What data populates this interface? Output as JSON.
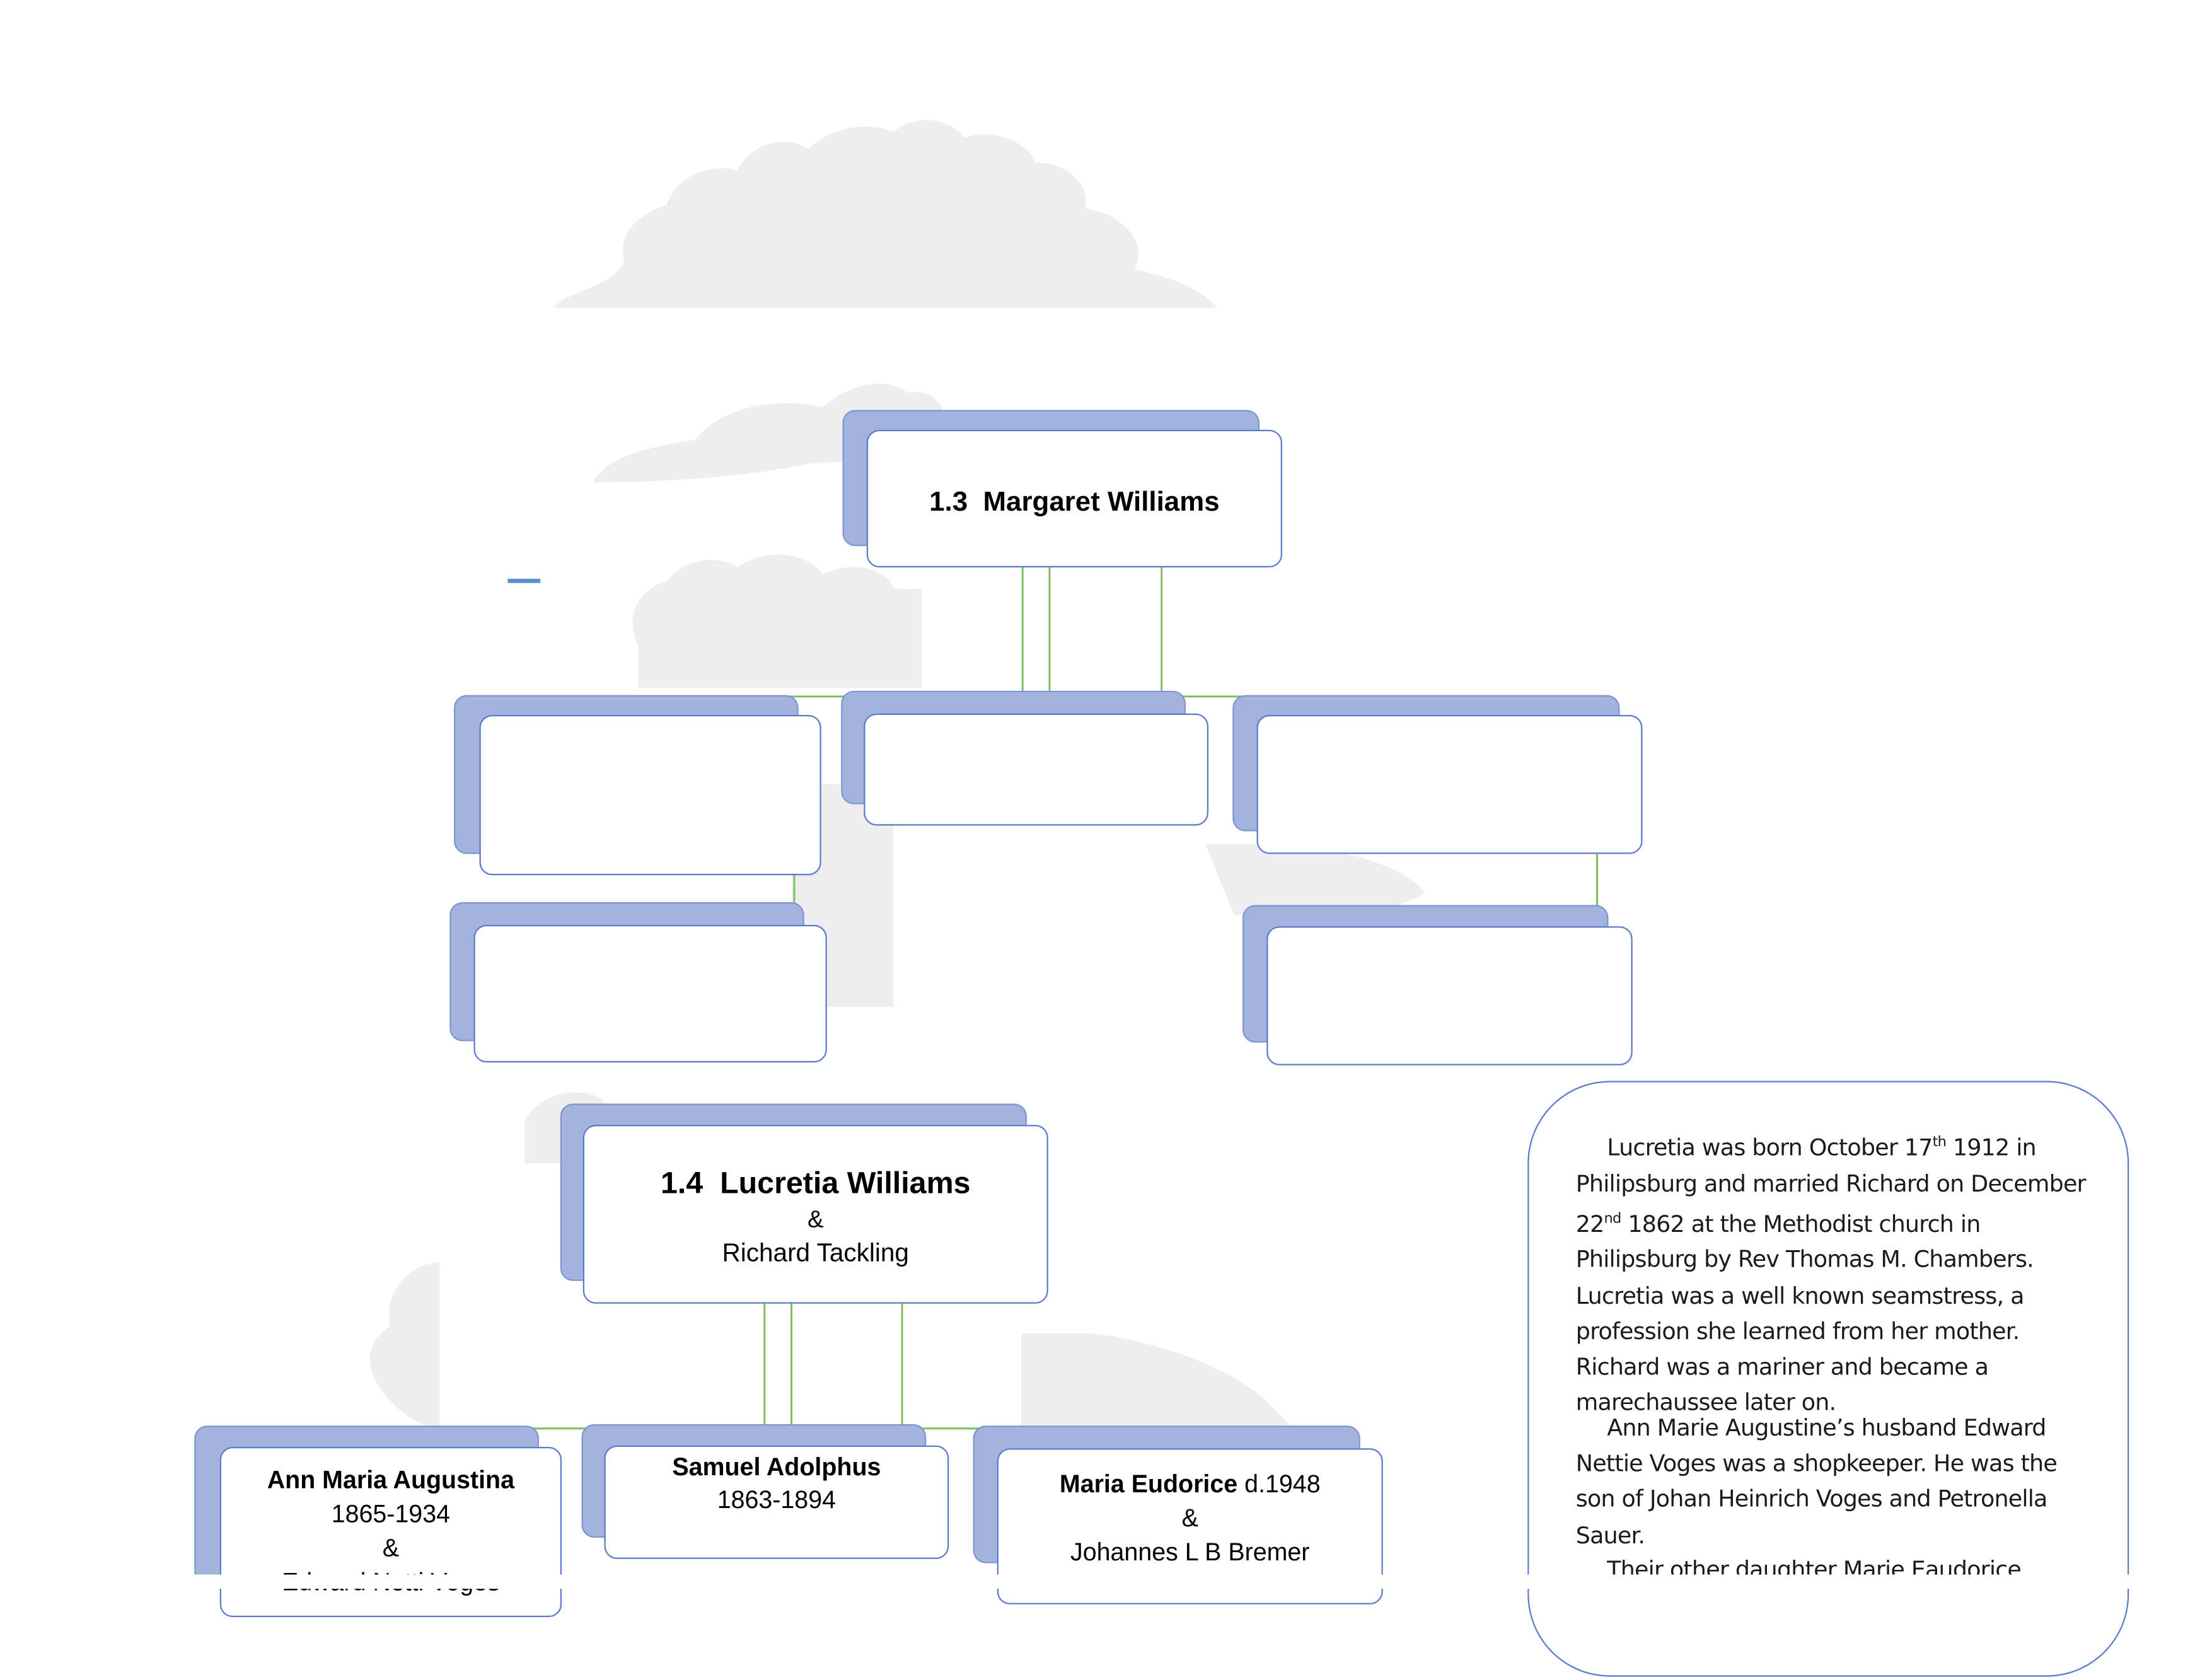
{
  "family_tree": {
    "top_card": {
      "title": "1.3  Margaret Williams"
    },
    "blank_cards": [
      "",
      "",
      "",
      "",
      ""
    ],
    "second_family": {
      "title": "1.4  Lucretia Williams",
      "amp": "&",
      "spouse": "Richard Tackling"
    },
    "children": [
      {
        "name": "Ann Maria Augustina",
        "years": "1865-1934",
        "amp": "&",
        "spouse": "Edward Netti Voges"
      },
      {
        "name": "Samuel Adolphus",
        "years": "1863-1894"
      },
      {
        "name": "Maria Eudorice",
        "death": "d.1948",
        "amp": "&",
        "spouse": "Johannes L B Bremer"
      }
    ]
  },
  "note": {
    "line1_a": "Lucretia was born October 17",
    "line1_sup": "th",
    "line1_b": " 1912 in Philipsburg and married Richard on December 22",
    "line1_sup2": "nd",
    "line1_c": " 1862 at the Methodist church in Philipsburg by Rev Thomas M. Chambers. Lucretia was a well known seamstress, a profession she learned from her mother. Richard was a mariner and became a marechaussee later on.",
    "para2": "Ann Marie Augustine’s husband Edward Nettie Voges was a shopkeeper. He was the son of Johan Heinrich Voges and Petronella Sauer.",
    "para3": "Their other daughter Marie Eaudorice"
  },
  "colors": {
    "card_border": "#5b7ccc",
    "card_shadow": "#a3b3dd",
    "connector": "#7dbd5a",
    "tree_silhouette": "#eeeeee"
  }
}
